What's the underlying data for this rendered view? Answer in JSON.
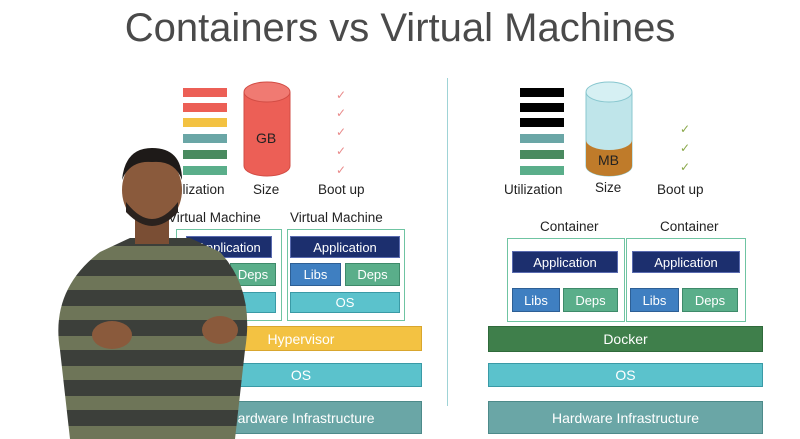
{
  "title": "Containers vs Virtual Machines",
  "vm_side": {
    "size_glyph": "GB",
    "metric_labels": {
      "utilization": "Utilization",
      "size": "Size",
      "boot": "Boot up"
    },
    "machine_label": "Virtual Machine",
    "app": "Application",
    "libs": "Libs",
    "deps": "Deps",
    "os": "OS",
    "hypervisor": "Hypervisor",
    "host_os": "OS",
    "hardware": "Hardware Infrastructure",
    "check_glyph": "✓",
    "colors": {
      "check": "#e98a8a",
      "cylinder": "#ec5f56",
      "hypervisor": "#f3c242"
    }
  },
  "container_side": {
    "size_glyph": "MB",
    "metric_labels": {
      "utilization": "Utilization",
      "size": "Size",
      "boot": "Boot up"
    },
    "container_label": "Container",
    "app": "Application",
    "libs": "Libs",
    "deps": "Deps",
    "docker": "Docker",
    "host_os": "OS",
    "hardware": "Hardware Infrastructure",
    "check_glyph": "✓",
    "colors": {
      "check": "#8aa84a",
      "cylinder_top": "#bfe5ea",
      "cylinder_fill": "#bf7b2a",
      "docker": "#3f7f4b"
    }
  }
}
